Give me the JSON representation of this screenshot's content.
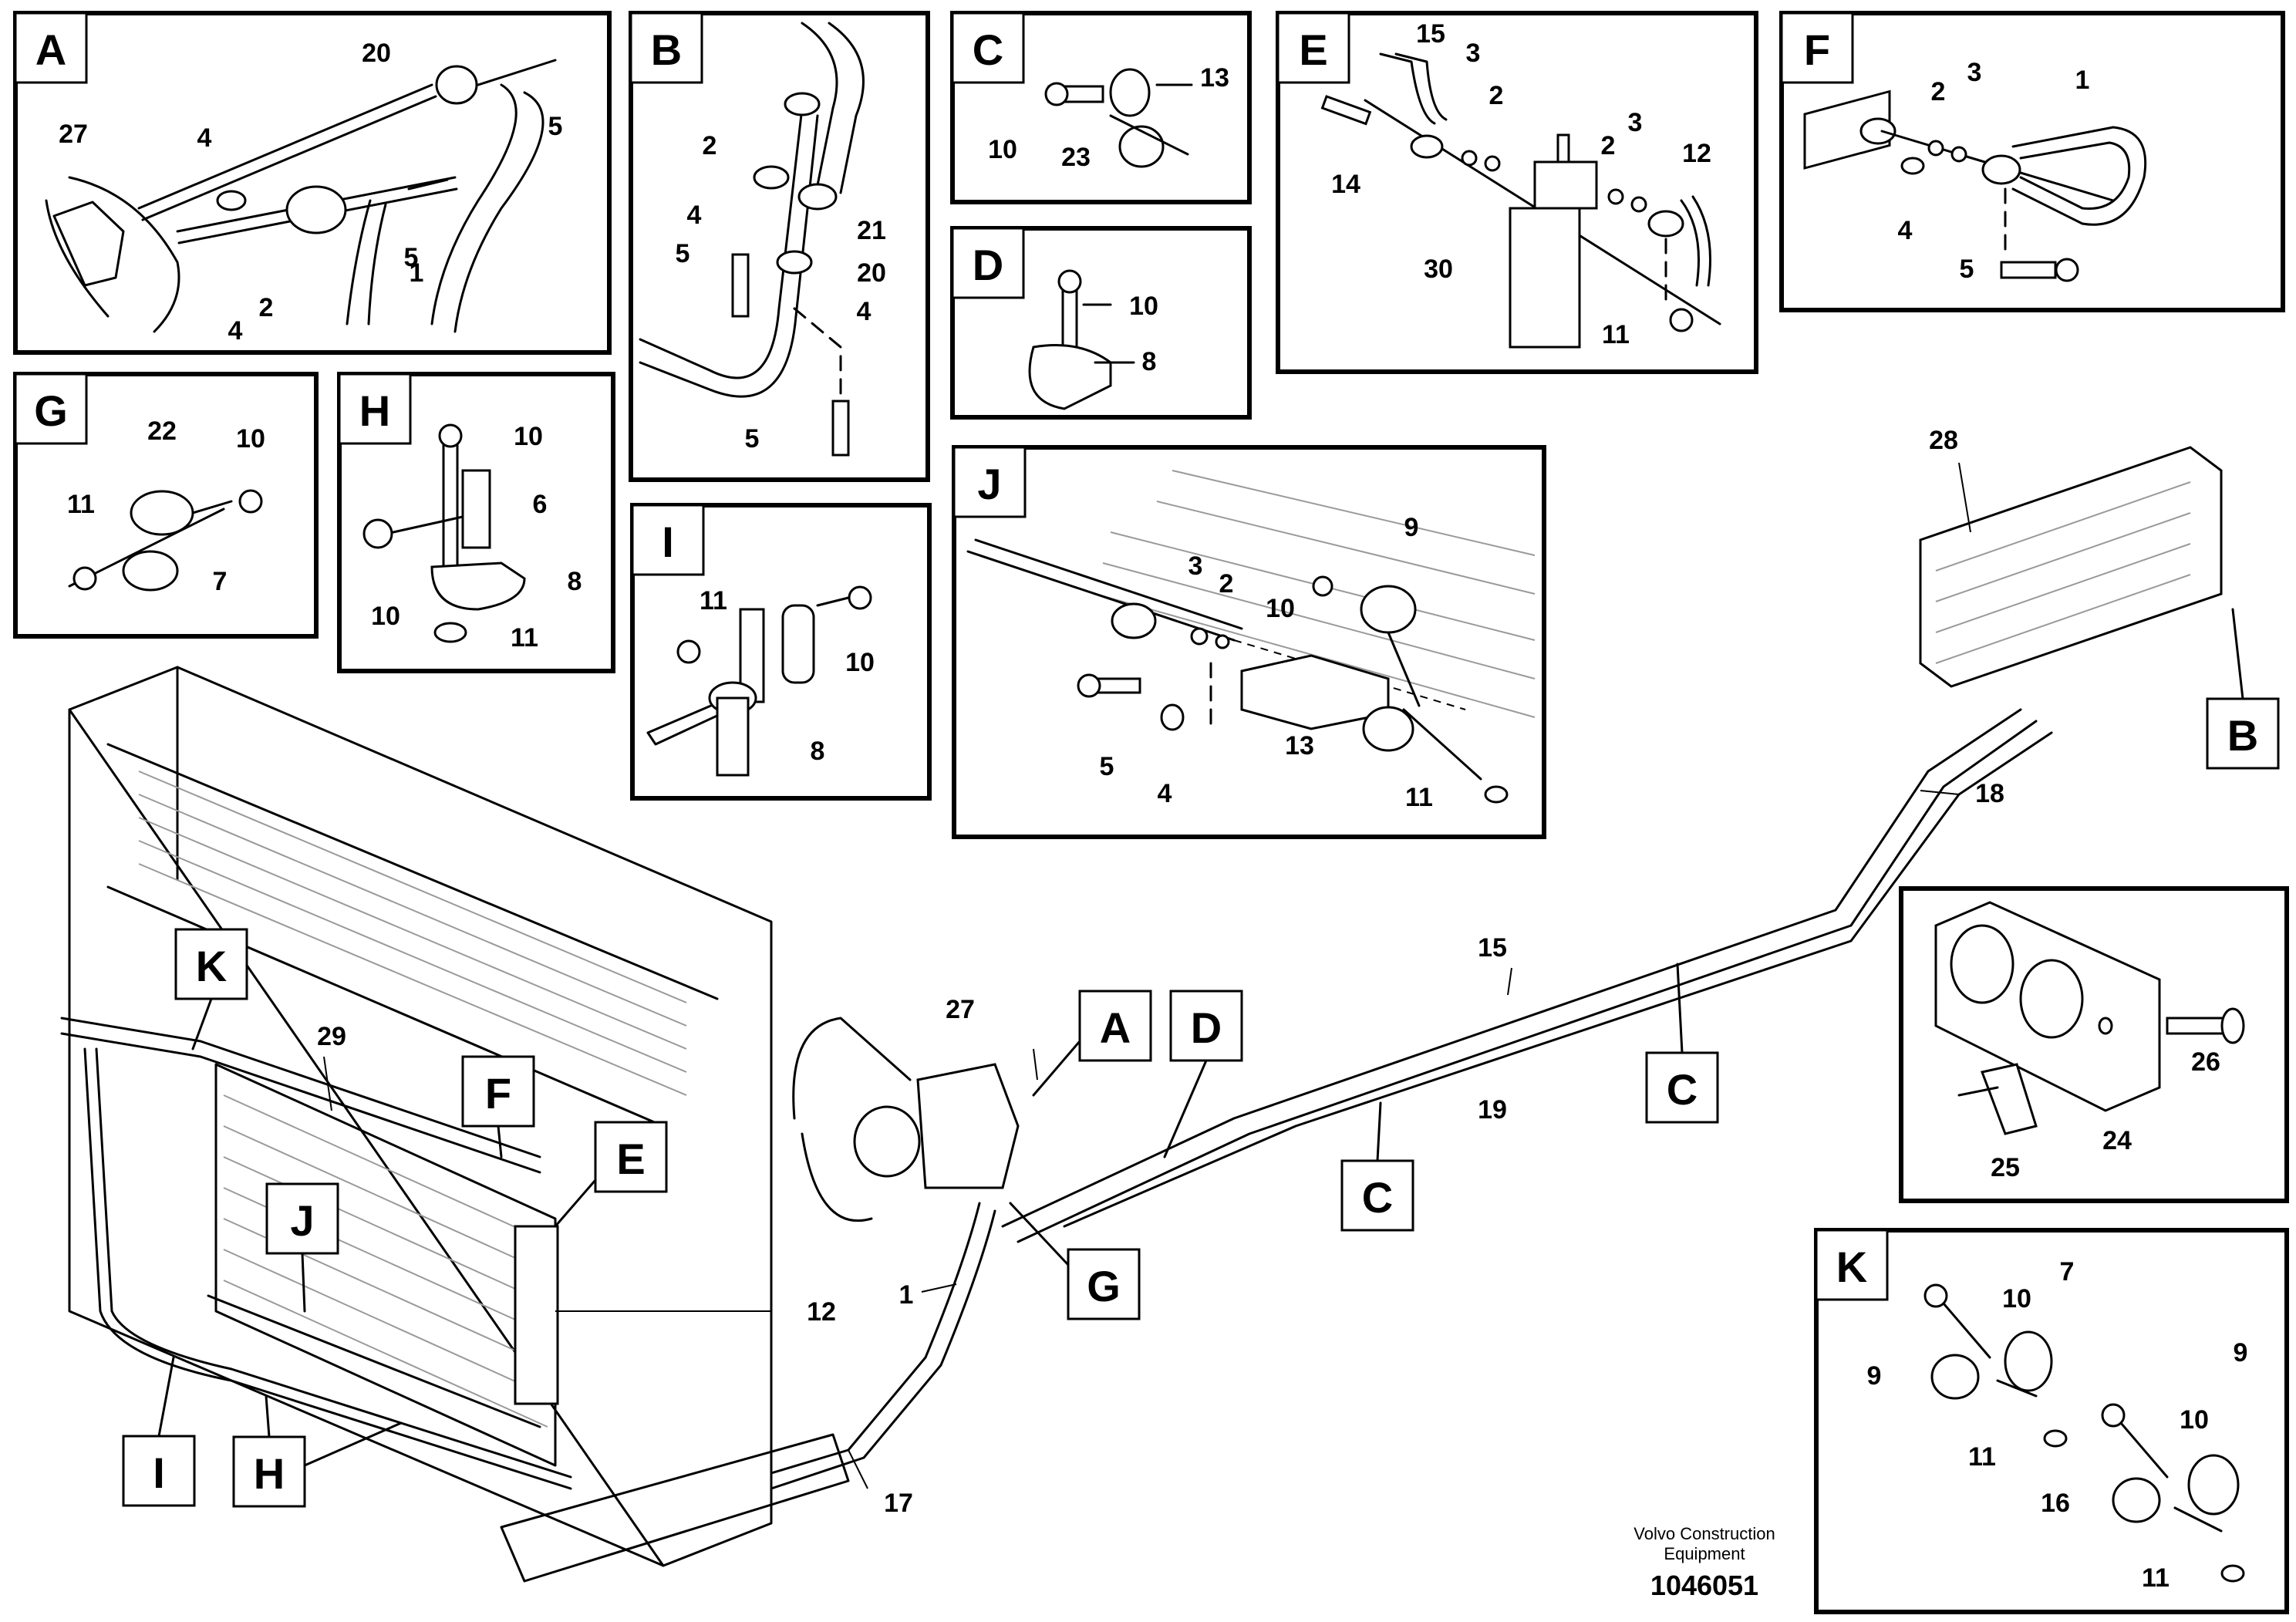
{
  "panels": {
    "A": "A",
    "B": "B",
    "C": "C",
    "D": "D",
    "E": "E",
    "F": "F",
    "G": "G",
    "H": "H",
    "I": "I",
    "J": "J",
    "K": "K"
  },
  "callouts": {
    "A": "A",
    "B": "B",
    "C1": "C",
    "C2": "C",
    "D": "D",
    "E": "E",
    "F": "F",
    "G": "G",
    "H": "H",
    "I": "I",
    "J": "J",
    "K": "K"
  },
  "labels": {
    "a": [
      "20",
      "5",
      "27",
      "4",
      "5",
      "2",
      "4",
      "1"
    ],
    "b": [
      "2",
      "4",
      "21",
      "20",
      "5",
      "4",
      "5"
    ],
    "c": [
      "13",
      "10",
      "23"
    ],
    "d": [
      "10",
      "8"
    ],
    "e": [
      "15",
      "3",
      "2",
      "3",
      "2",
      "12",
      "14",
      "30",
      "11"
    ],
    "f": [
      "3",
      "1",
      "2",
      "4",
      "5"
    ],
    "g": [
      "22",
      "10",
      "11",
      "7"
    ],
    "h": [
      "10",
      "6",
      "10",
      "8",
      "11"
    ],
    "i": [
      "11",
      "10",
      "8"
    ],
    "j": [
      "9",
      "3",
      "2",
      "10",
      "5",
      "4",
      "13",
      "11"
    ],
    "k": [
      "7",
      "10",
      "9",
      "11",
      "9",
      "10",
      "16",
      "11"
    ],
    "bracket": [
      "26",
      "24",
      "25"
    ],
    "main": [
      "28",
      "18",
      "15",
      "19",
      "27",
      "29",
      "12",
      "1",
      "17"
    ]
  },
  "footer": {
    "company_line1": "Volvo Construction",
    "company_line2": "Equipment",
    "drawing_number": "1046051"
  }
}
